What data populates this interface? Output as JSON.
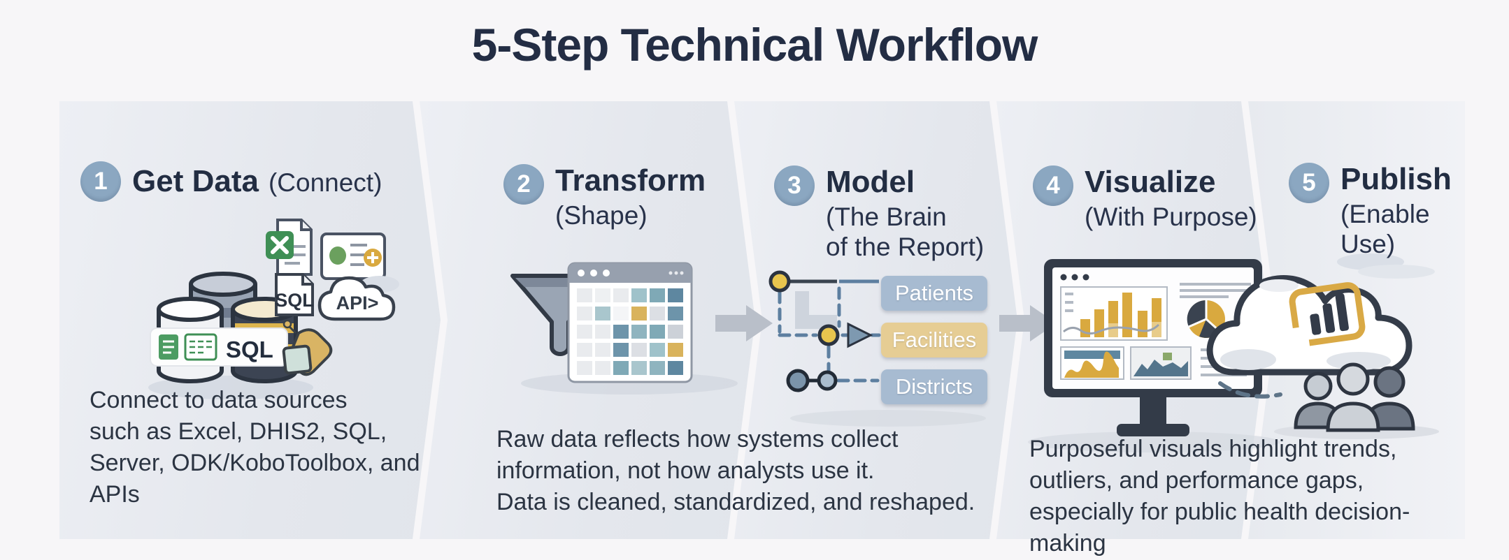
{
  "title": "5-Step Technical Workflow",
  "steps": [
    {
      "number": "1",
      "title": "Get Data",
      "subtitle": "(Connect)"
    },
    {
      "number": "2",
      "title": "Transform",
      "subtitle": "(Shape)"
    },
    {
      "number": "3",
      "title": "Model",
      "subtitle": "(The Brain\nof the Report)"
    },
    {
      "number": "4",
      "title": "Visualize",
      "subtitle": "(With Purpose)"
    },
    {
      "number": "5",
      "title": "Publish",
      "subtitle": "(Enable Use)"
    }
  ],
  "descriptions": {
    "get_data": "Connect to data sources\nsuch as Excel, DHIS2, SQL,\nServer, ODK/KoboToolbox, and\nAPIs",
    "transform": "Raw data reflects how systems collect\ninformation, not how analysts use it.\nData is cleaned, standardized, and reshaped.",
    "visualize": "Purposeful visuals highlight trends,\noutliers, and performance gaps,\nespecially for public health decision-making"
  },
  "icon_labels": {
    "sql_file": "SQL",
    "sql_badge": "SQL",
    "api_cloud": "API>"
  },
  "model_tables": [
    {
      "label": "Patients"
    },
    {
      "label": "Facilities"
    },
    {
      "label": "Districts"
    }
  ],
  "colors": {
    "title_navy": "#232d44",
    "step_circle_blue": "#8ba7c1",
    "panel_gray": "#e6e9ef",
    "accent_gold": "#d9a93f",
    "steel_blue": "#5e87a0",
    "excel_green": "#3f8f55",
    "dark_outline": "#333b48",
    "patients_box": "#a7bbd1",
    "facilities_box": "#e6cd94",
    "districts_box": "#a7bbd1"
  }
}
